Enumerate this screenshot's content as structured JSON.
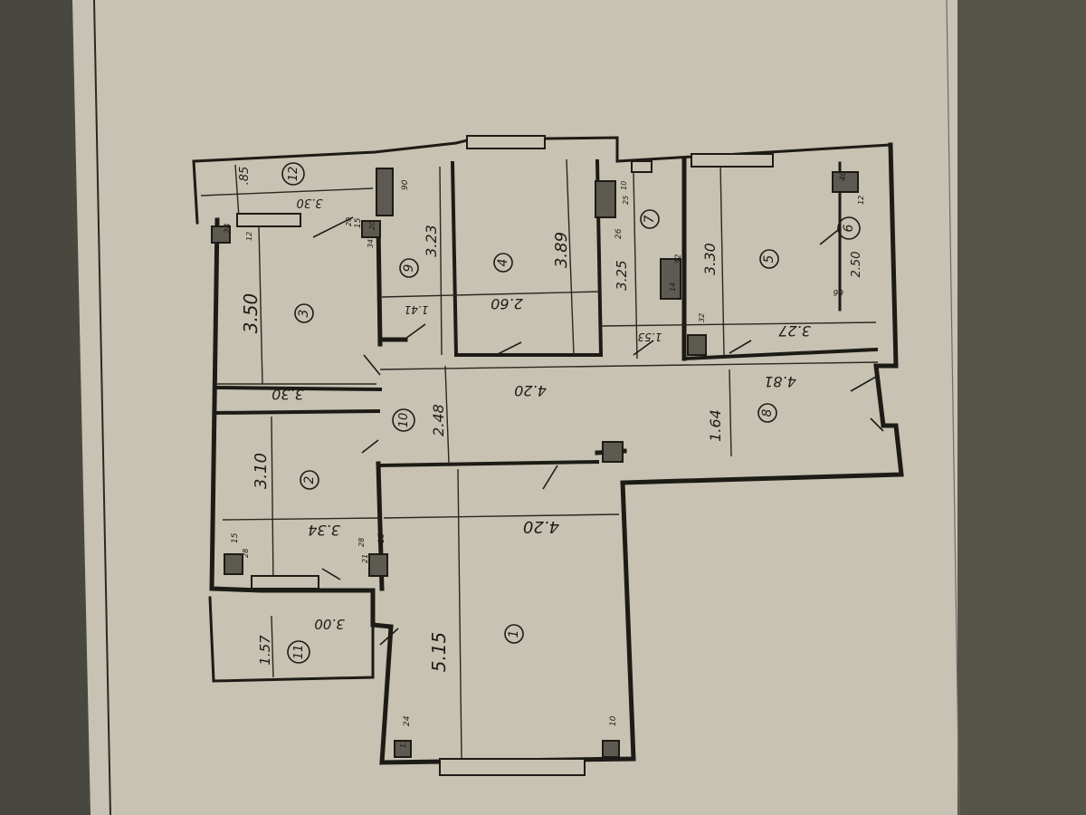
{
  "plan": {
    "rooms": [
      {
        "number": "1",
        "dimensions": [
          "5.15",
          "4.20"
        ]
      },
      {
        "number": "2",
        "dimensions": [
          "3.10",
          "3.34"
        ]
      },
      {
        "number": "3",
        "dimensions": [
          "3.50",
          "3.30"
        ]
      },
      {
        "number": "4",
        "dimensions": [
          "3.89",
          "2.60"
        ]
      },
      {
        "number": "5",
        "dimensions": [
          "3.30",
          "3.27"
        ]
      },
      {
        "number": "6",
        "dimensions": [
          "2.50"
        ]
      },
      {
        "number": "7",
        "dimensions": [
          "3.25",
          "1.53"
        ]
      },
      {
        "number": "8",
        "dimensions": [
          "4.81",
          "1.64"
        ]
      },
      {
        "number": "9",
        "dimensions": [
          "3.23",
          "1.41"
        ]
      },
      {
        "number": "10",
        "dimensions": [
          "2.48",
          "4.20"
        ]
      },
      {
        "number": "11",
        "dimensions": [
          "1.57",
          "3.00"
        ]
      },
      {
        "number": "12",
        "dimensions": [
          ".85",
          "3.30"
        ]
      }
    ],
    "small_marks": [
      "24",
      "15",
      "12",
      "20",
      "34",
      "20",
      "90",
      "10",
      "25",
      "32",
      "40",
      "12",
      "66",
      "14",
      "32",
      "24",
      "11",
      "10",
      "15",
      "28",
      "28",
      "15",
      "21",
      "26"
    ]
  }
}
